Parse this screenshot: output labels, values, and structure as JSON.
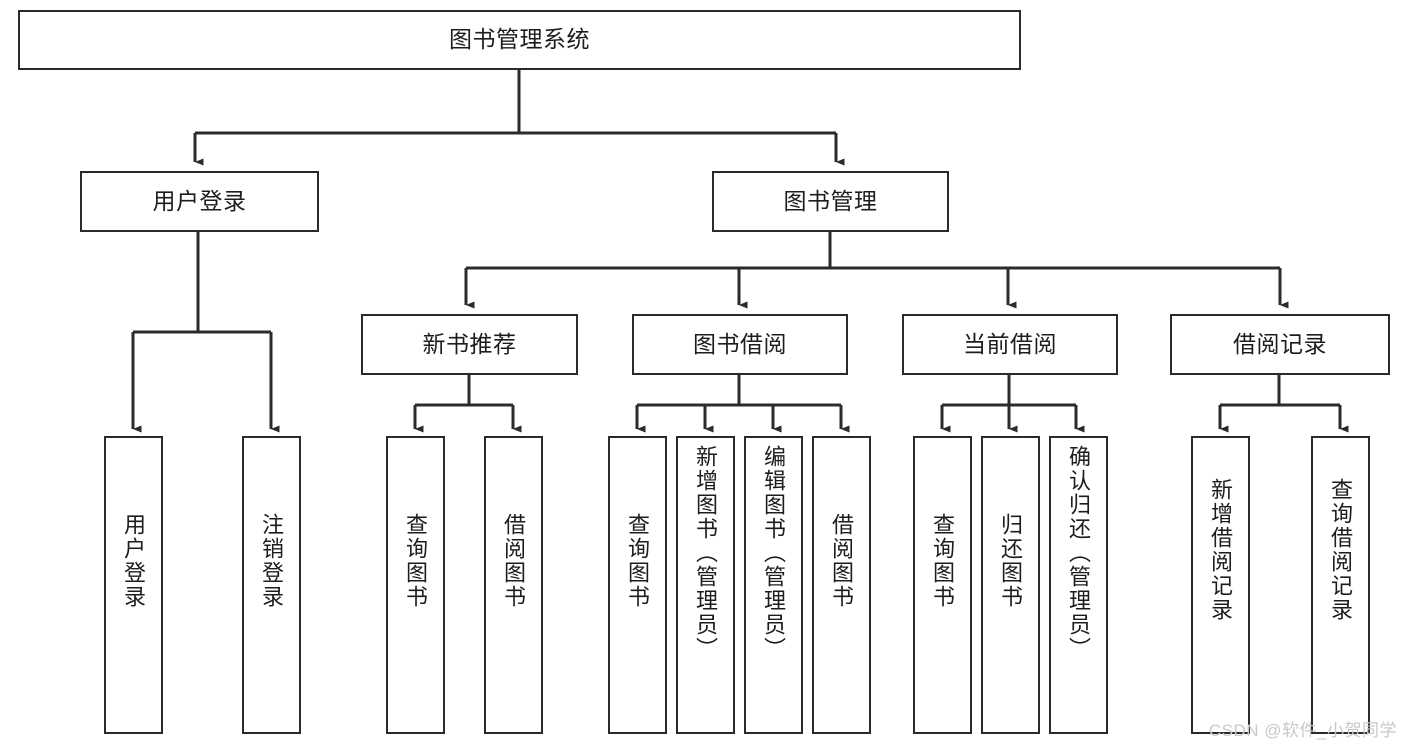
{
  "diagram": {
    "title": "图书管理系统",
    "type": "tree-hierarchy",
    "root": {
      "label": "图书管理系统"
    },
    "level1": [
      {
        "label": "用户登录"
      },
      {
        "label": "图书管理"
      }
    ],
    "level2": [
      {
        "label": "新书推荐"
      },
      {
        "label": "图书借阅"
      },
      {
        "label": "当前借阅"
      },
      {
        "label": "借阅记录"
      }
    ],
    "leaves": {
      "user_login": [
        {
          "label": "用户登录"
        },
        {
          "label": "注销登录"
        }
      ],
      "new_book_recommend": [
        {
          "label": "查询图书"
        },
        {
          "label": "借阅图书"
        }
      ],
      "book_borrow": [
        {
          "label": "查询图书"
        },
        {
          "label": "新增图书（管理员）"
        },
        {
          "label": "编辑图书（管理员）"
        },
        {
          "label": "借阅图书"
        }
      ],
      "current_borrow": [
        {
          "label": "查询图书"
        },
        {
          "label": "归还图书"
        },
        {
          "label": "确认归还（管理员）"
        }
      ],
      "borrow_records": [
        {
          "label": "新增借阅记录"
        },
        {
          "label": "查询借阅记录"
        }
      ]
    }
  },
  "watermark": {
    "text": "CSDN @软件_小贺同学"
  },
  "colors": {
    "border": "#2b2b2b",
    "background": "#ffffff",
    "text": "#1d1d1d",
    "watermark": "#c9c9c9"
  }
}
